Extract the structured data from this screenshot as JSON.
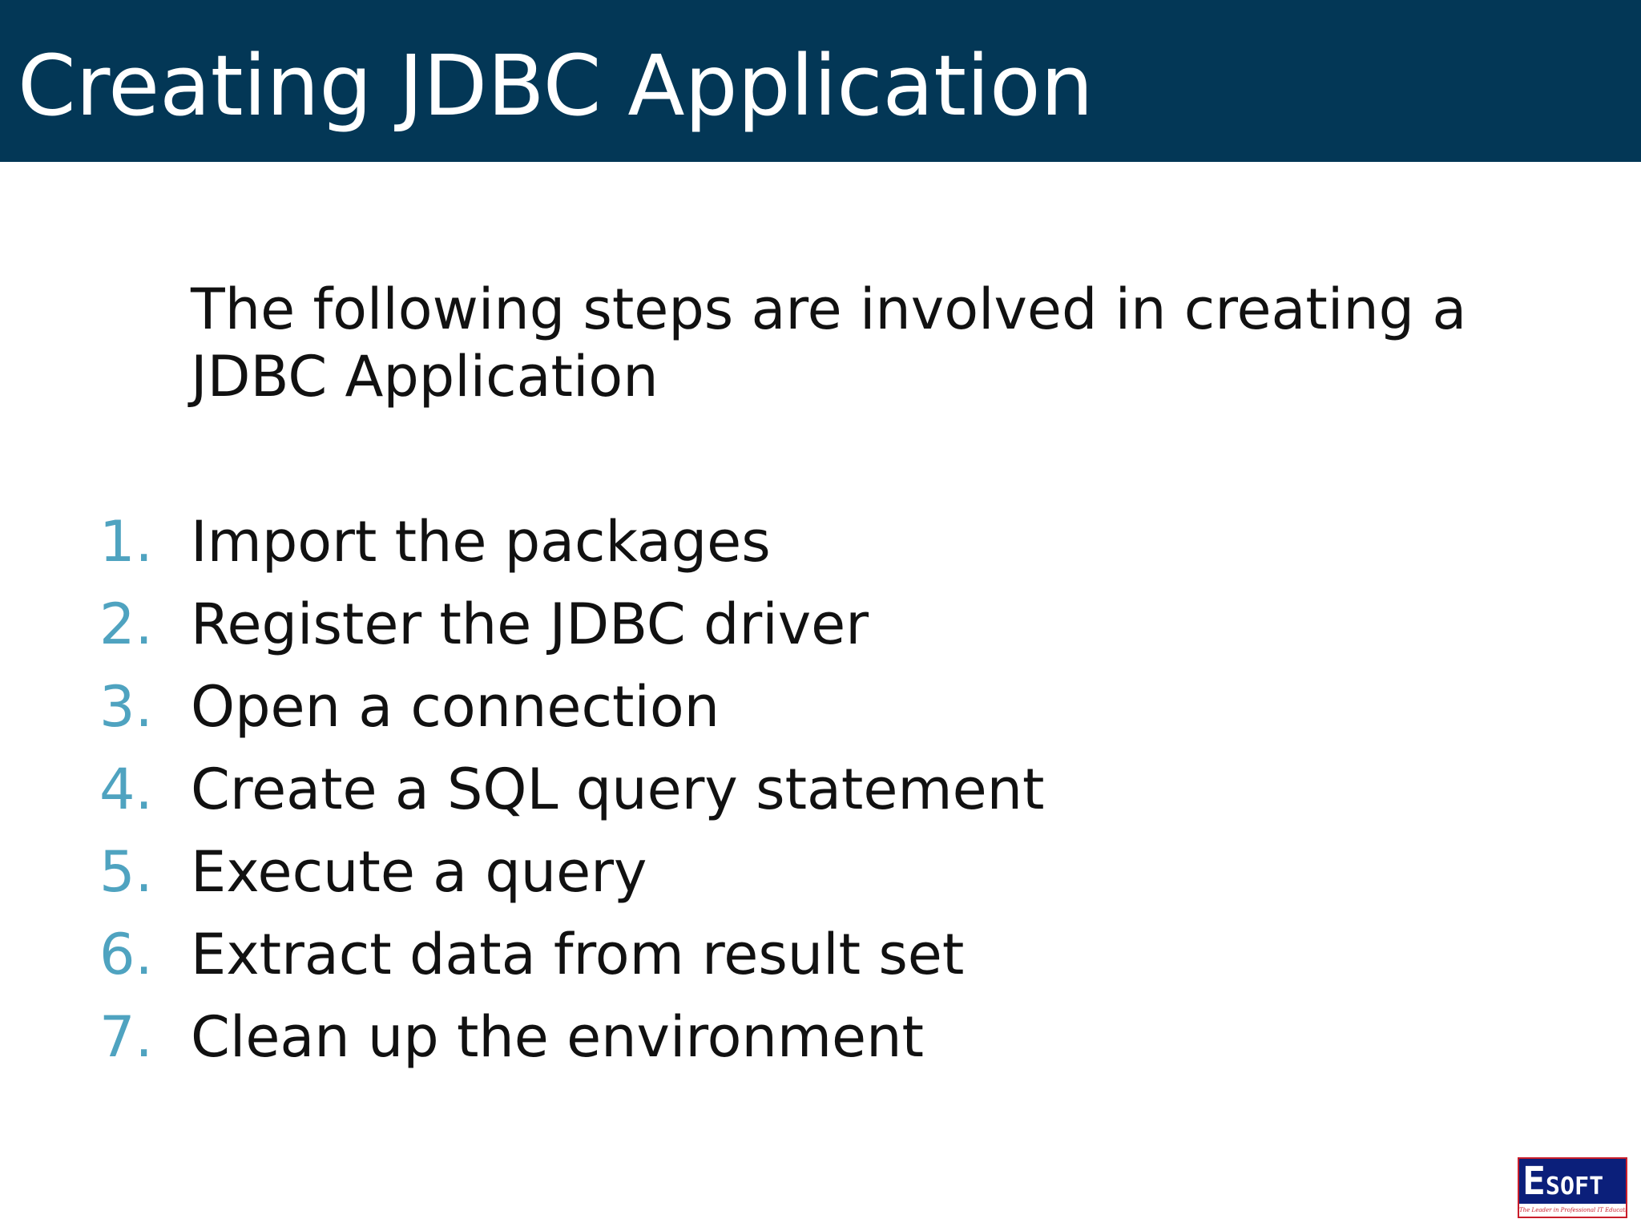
{
  "slide": {
    "title": "Creating JDBC Application",
    "intro": "The following steps are involved in creating a JDBC Application",
    "steps": [
      {
        "number": "1.",
        "label": "Import the packages"
      },
      {
        "number": "2.",
        "label": "Register the JDBC driver"
      },
      {
        "number": "3.",
        "label": "Open a connection"
      },
      {
        "number": "4.",
        "label": "Create a SQL query statement"
      },
      {
        "number": "5.",
        "label": "Execute a query"
      },
      {
        "number": "6.",
        "label": "Extract data from result set"
      },
      {
        "number": "7.",
        "label": "Clean up the environment"
      }
    ]
  },
  "logo": {
    "initial": "E",
    "rest": "SOFT",
    "tagline": "The Leader in Professional IT Education"
  },
  "colors": {
    "title_bar": "#033756",
    "step_number": "#4fa3c0",
    "body_text": "#111111",
    "logo_blue": "#0b1f7a",
    "logo_red": "#c91d2a"
  }
}
